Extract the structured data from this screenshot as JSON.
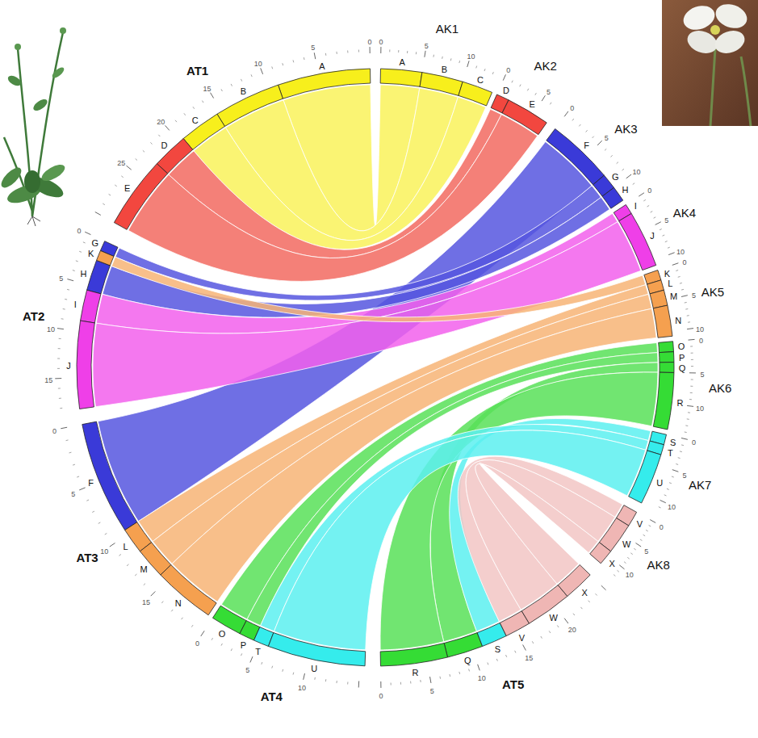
{
  "diagram": {
    "nodes": [
      {
        "text": [
          "A"
        ]
      },
      {
        "text": [
          "B"
        ]
      },
      {
        "text": [
          "C"
        ]
      },
      {
        "text": [
          "D"
        ]
      },
      {
        "text": [
          "E"
        ]
      },
      {
        "text": [
          "F"
        ]
      },
      {
        "text": [
          "G"
        ]
      },
      {
        "text": [
          "H"
        ]
      },
      {
        "text": [
          "I"
        ]
      },
      {
        "text": [
          "J"
        ]
      },
      {
        "text": [
          "K"
        ]
      },
      {
        "text": [
          "L"
        ]
      },
      {
        "text": [
          "M"
        ]
      },
      {
        "text": [
          "N"
        ]
      },
      {
        "text": [
          "O"
        ]
      },
      {
        "text": [
          "P"
        ]
      },
      {
        "text": [
          "Q"
        ]
      },
      {
        "text": [
          "R"
        ]
      },
      {
        "text": [
          "S"
        ]
      },
      {
        "text": [
          "T"
        ]
      },
      {
        "text": [
          "U"
        ]
      },
      {
        "text": [
          "V"
        ]
      },
      {
        "text": [
          "W"
        ]
      },
      {
        "text": [
          "X"
        ]
      },
      {
        "text": [
          "A"
        ]
      },
      {
        "text": [
          "B"
        ]
      },
      {
        "text": [
          "C"
        ]
      },
      {
        "text": [
          "D"
        ]
      },
      {
        "text": [
          "E"
        ]
      },
      {
        "text": [
          "F"
        ]
      },
      {
        "text": [
          "G"
        ]
      },
      {
        "text": [
          "H"
        ]
      },
      {
        "text": [
          "I"
        ]
      },
      {
        "text": [
          "J"
        ]
      },
      {
        "text": [
          "K"
        ]
      },
      {
        "text": [
          "L"
        ]
      },
      {
        "text": [
          "M"
        ]
      },
      {
        "text": [
          "N"
        ]
      },
      {
        "text": [
          "O"
        ]
      },
      {
        "text": [
          "P"
        ]
      },
      {
        "text": [
          "Q"
        ]
      },
      {
        "text": [
          "R"
        ]
      },
      {
        "text": [
          "S"
        ]
      },
      {
        "text": [
          "T"
        ]
      },
      {
        "text": [
          "U"
        ]
      },
      {
        "text": [
          "V"
        ]
      },
      {
        "text": [
          "W"
        ]
      },
      {
        "text": [
          "X"
        ]
      }
    ],
    "edges": [
      {
        "from": 24,
        "to": 0,
        "arrow": "none"
      },
      {
        "from": 25,
        "to": 1,
        "arrow": "none"
      },
      {
        "from": 26,
        "to": 2,
        "arrow": "none"
      },
      {
        "from": 27,
        "to": 3,
        "arrow": "none"
      },
      {
        "from": 28,
        "to": 4,
        "arrow": "none"
      },
      {
        "from": 29,
        "to": 5,
        "arrow": "none"
      },
      {
        "from": 30,
        "to": 6,
        "arrow": "none"
      },
      {
        "from": 31,
        "to": 7,
        "arrow": "none"
      },
      {
        "from": 32,
        "to": 8,
        "arrow": "none"
      },
      {
        "from": 33,
        "to": 9,
        "arrow": "none"
      },
      {
        "from": 34,
        "to": 10,
        "arrow": "none"
      },
      {
        "from": 35,
        "to": 11,
        "arrow": "none"
      },
      {
        "from": 36,
        "to": 12,
        "arrow": "none"
      },
      {
        "from": 37,
        "to": 13,
        "arrow": "none"
      },
      {
        "from": 38,
        "to": 14,
        "arrow": "none"
      },
      {
        "from": 39,
        "to": 15,
        "arrow": "none"
      },
      {
        "from": 40,
        "to": 16,
        "arrow": "none"
      },
      {
        "from": 41,
        "to": 17,
        "arrow": "none"
      },
      {
        "from": 42,
        "to": 18,
        "arrow": "none"
      },
      {
        "from": 43,
        "to": 19,
        "arrow": "none"
      },
      {
        "from": 44,
        "to": 20,
        "arrow": "none"
      },
      {
        "from": 45,
        "to": 21,
        "arrow": "none"
      },
      {
        "from": 46,
        "to": 22,
        "arrow": "none"
      },
      {
        "from": 47,
        "to": 23,
        "arrow": "none"
      }
    ],
    "labels": [
      "AT1",
      "0",
      "5",
      "10",
      "15",
      "20",
      "25",
      "AT2",
      "0",
      "5",
      "10",
      "15",
      "AT3",
      "0",
      "5",
      "10",
      "15",
      "AT4",
      "0",
      "5",
      "10",
      "AT5",
      "0",
      "5",
      "10",
      "15",
      "20",
      "AK1",
      "0",
      "5",
      "10",
      "AK2",
      "0",
      "5",
      "AK3",
      "0",
      "5",
      "10",
      "AK4",
      "0",
      "5",
      "10",
      "AK5",
      "0",
      "5",
      "10",
      "AK6",
      "0",
      "5",
      "10",
      "AK7",
      "0",
      "5",
      "10",
      "AK8",
      "0",
      "5",
      "10"
    ]
  }
}
